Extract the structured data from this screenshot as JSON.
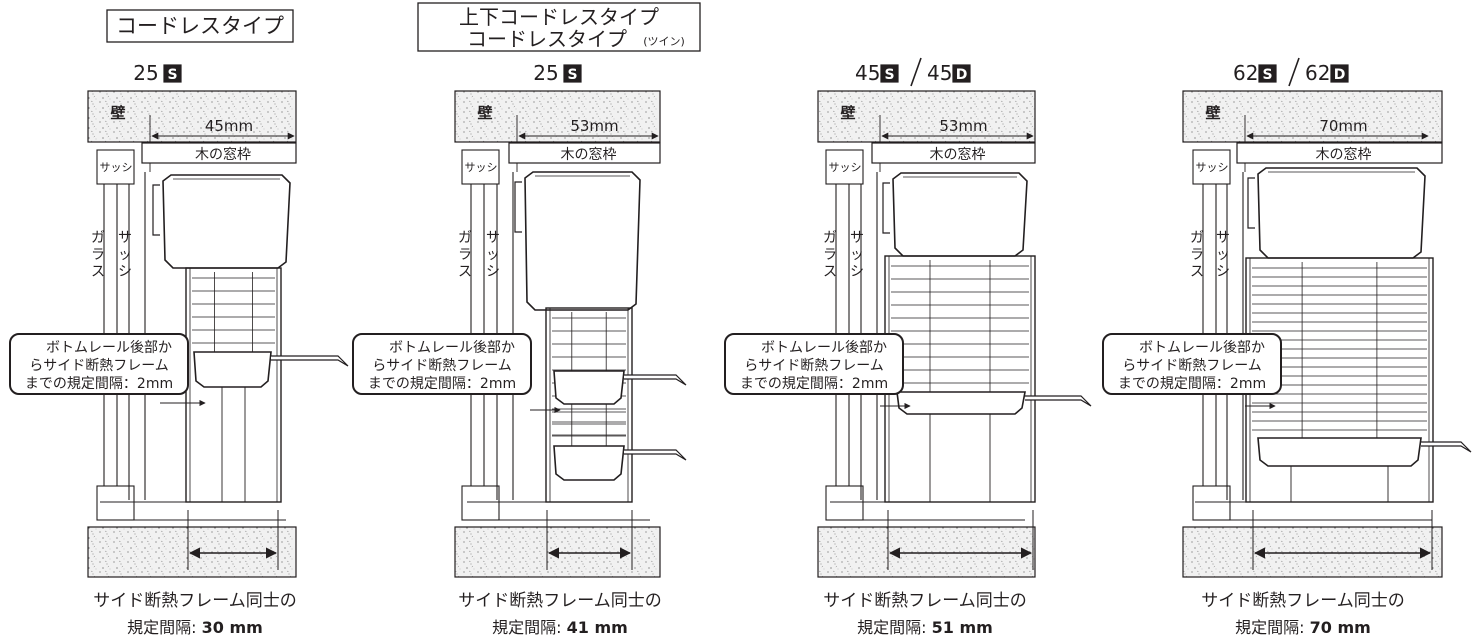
{
  "panels": [
    {
      "title_lines": [
        "コードレスタイプ"
      ],
      "model_left": "25",
      "badge_left": "S",
      "model_right": "",
      "badge_right": "",
      "wall_label": "壁",
      "depth_label": "45mm",
      "frame_label": "木の窓枠",
      "sash_label": "サッシ",
      "glass_vertical": [
        "ガ",
        "ラ",
        "ス"
      ],
      "sash_vertical": [
        "サ",
        "ッ",
        "シ"
      ],
      "callout_lines": [
        "ボトムレール後部か",
        "らサイド断熱フレーム",
        "までの規定間隔：2mm"
      ],
      "caption_line1": "サイド断熱フレーム同士の",
      "caption_prefix": "規定間隔: ",
      "caption_value": "30 mm"
    },
    {
      "title_lines": [
        "上下コードレスタイプ",
        "コードレスタイプ",
        "(ツイン)"
      ],
      "model_left": "25",
      "badge_left": "S",
      "model_right": "",
      "badge_right": "",
      "wall_label": "壁",
      "depth_label": "53mm",
      "frame_label": "木の窓枠",
      "sash_label": "サッシ",
      "glass_vertical": [
        "ガ",
        "ラ",
        "ス"
      ],
      "sash_vertical": [
        "サ",
        "ッ",
        "シ"
      ],
      "callout_lines": [
        "ボトムレール後部か",
        "らサイド断熱フレーム",
        "までの規定間隔：2mm"
      ],
      "caption_line1": "サイド断熱フレーム同士の",
      "caption_prefix": "規定間隔: ",
      "caption_value": "41 mm"
    },
    {
      "title_lines": [],
      "model_left": "45",
      "badge_left": "S",
      "model_right": "45",
      "badge_right": "D",
      "wall_label": "壁",
      "depth_label": "53mm",
      "frame_label": "木の窓枠",
      "sash_label": "サッシ",
      "glass_vertical": [
        "ガ",
        "ラ",
        "ス"
      ],
      "sash_vertical": [
        "サ",
        "ッ",
        "シ"
      ],
      "callout_lines": [
        "ボトムレール後部か",
        "らサイド断熱フレーム",
        "までの規定間隔：2mm"
      ],
      "caption_line1": "サイド断熱フレーム同士の",
      "caption_prefix": "規定間隔: ",
      "caption_value": "51 mm"
    },
    {
      "title_lines": [],
      "model_left": "62",
      "badge_left": "S",
      "model_right": "62",
      "badge_right": "D",
      "wall_label": "壁",
      "depth_label": "70mm",
      "frame_label": "木の窓枠",
      "sash_label": "サッシ",
      "glass_vertical": [
        "ガ",
        "ラ",
        "ス"
      ],
      "sash_vertical": [
        "サ",
        "ッ",
        "シ"
      ],
      "callout_lines": [
        "ボトムレール後部か",
        "らサイド断熱フレーム",
        "までの規定間隔：2mm"
      ],
      "caption_line1": "サイド断熱フレーム同士の",
      "caption_prefix": "規定間隔: ",
      "caption_value": "70 mm"
    }
  ],
  "colors": {
    "line": "#231f20",
    "wall_fill": "#e9e9e9",
    "badge": "#231f20"
  }
}
